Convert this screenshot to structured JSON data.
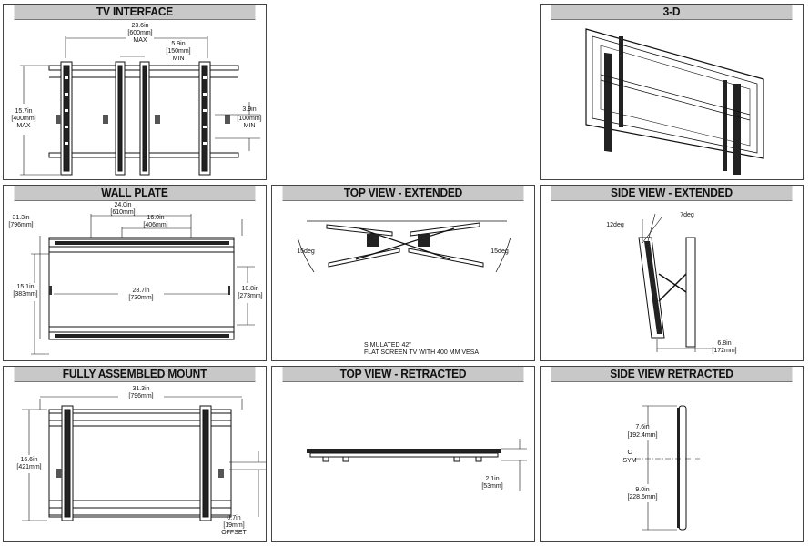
{
  "panels": {
    "tv_interface": {
      "title": "TV INTERFACE",
      "width_max": [
        "23.6in",
        "[600mm]",
        "MAX"
      ],
      "width_min": [
        "5.9in",
        "[150mm]",
        "MIN"
      ],
      "height_max": [
        "15.7in",
        "[400mm]",
        "MAX"
      ],
      "height_min": [
        "3.9in",
        "[100mm]",
        "MIN"
      ]
    },
    "three_d": {
      "title": "3-D"
    },
    "wall_plate": {
      "title": "WALL PLATE",
      "overall_width": [
        "31.3in",
        "[796mm]"
      ],
      "stud_outer": [
        "24.0in",
        "[610mm]"
      ],
      "stud_inner": [
        "16.0in",
        "[406mm]"
      ],
      "plate_width": [
        "28.7in",
        "[730mm]"
      ],
      "height_outer": [
        "15.1in",
        "[383mm]"
      ],
      "height_inner": [
        "10.8in",
        "[273mm]"
      ]
    },
    "top_view_extended": {
      "title": "TOP VIEW - EXTENDED",
      "angle_left": "15deg",
      "angle_right": "15deg",
      "note_line1": "SIMULATED 42\"",
      "note_line2": "FLAT SCREEN TV WITH 400 MM VESA"
    },
    "side_view_extended": {
      "title": "SIDE VIEW - EXTENDED",
      "tilt_down": "12deg",
      "tilt_up": "7deg",
      "depth": [
        "6.8in",
        "[172mm]"
      ]
    },
    "fully_assembled": {
      "title": "FULLY ASSEMBLED MOUNT",
      "width": [
        "31.3in",
        "[796mm]"
      ],
      "height": [
        "16.6in",
        "[421mm]"
      ],
      "offset": [
        "0.7in",
        "[19mm]",
        "OFFSET"
      ]
    },
    "top_view_retracted": {
      "title": "TOP VIEW - RETRACTED",
      "depth": [
        "2.1in",
        "[53mm]"
      ]
    },
    "side_view_retracted": {
      "title": "SIDE VIEW RETRACTED",
      "upper": [
        "7.6in",
        "[192.4mm]"
      ],
      "center_label": [
        "C",
        "SYM"
      ],
      "lower": [
        "9.0in",
        "[228.6mm]"
      ]
    }
  }
}
